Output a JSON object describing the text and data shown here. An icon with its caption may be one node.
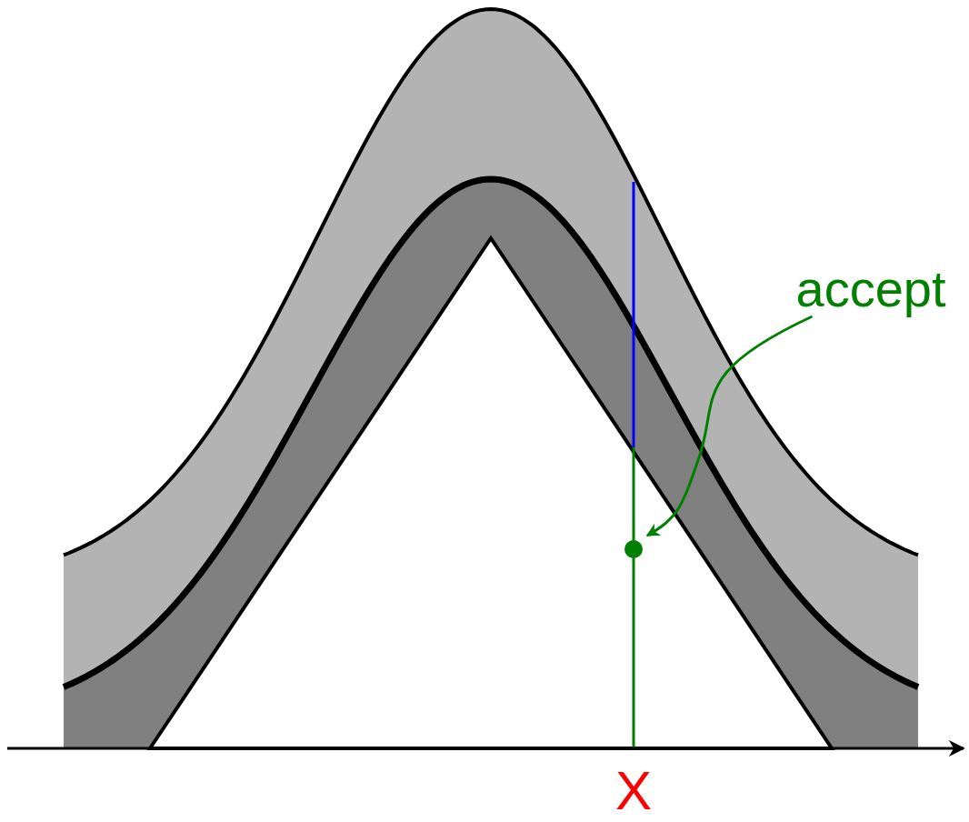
{
  "diagram": {
    "nodes": [
      {
        "text": [
          "accept"
        ]
      },
      {
        "text": [],
        "shape": "circle"
      }
    ],
    "edges": [
      {
        "from": 0,
        "to": 1,
        "arrow": "to"
      }
    ],
    "labels": [
      "X"
    ]
  }
}
